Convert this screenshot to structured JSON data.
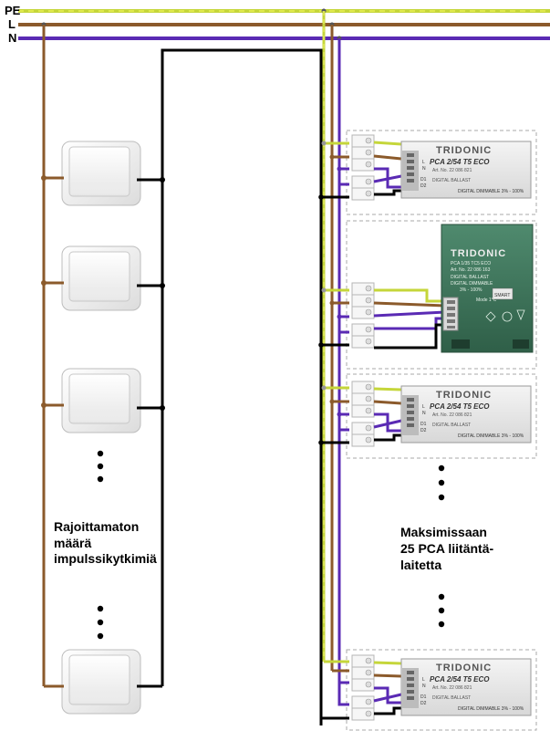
{
  "lines": {
    "pe": "PE",
    "l": "L",
    "n": "N"
  },
  "switches_note": {
    "line1": "Rajoittamaton",
    "line2": "määrä",
    "line3": "impulssikytkimiä"
  },
  "ballasts_note": {
    "line1": "Maksimissaan",
    "line2": "25 PCA liitäntä-",
    "line3": "laitetta"
  },
  "ballast_label": {
    "brand": "TRIDONIC",
    "model": "PCA 2/54 T5 ECO",
    "art": "Art. No. 22 086 821",
    "type": "DIGITAL BALLAST",
    "dim": "DIGITAL DIMMABLE 3% - 100%",
    "t_l": "L",
    "t_n": "N",
    "t_d1": "D1",
    "t_d2": "D2"
  },
  "ballast_label_alt": {
    "dim": "DIGITAL DIMMABLE 3% - 100%"
  },
  "ballast_green": {
    "brand": "TRIDONIC",
    "model": "PCA 1/35 TC5 ECO",
    "art": "Art. No. 22 086 163",
    "type": "DIGITAL BALLAST",
    "dim1": "DIGITAL DIMMABLE",
    "dim2": "3% - 100%",
    "smart": "SMART",
    "mode": "Mode 1°C"
  },
  "colors": {
    "pe": "#c5d63a",
    "l": "#8b5a2b",
    "n": "#5a2ab4",
    "control": "#000000"
  }
}
